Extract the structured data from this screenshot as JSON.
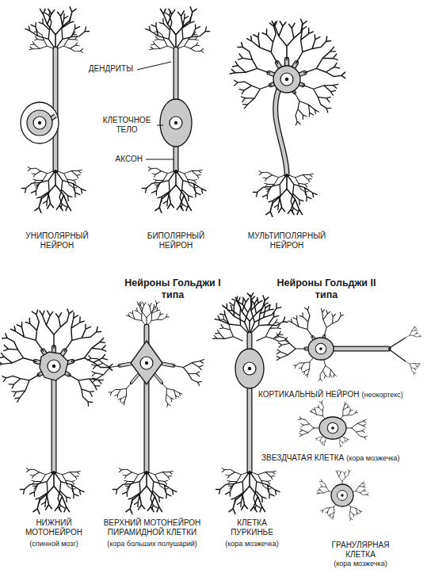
{
  "diagram": {
    "labels": [
      "ДЕНДРИТЫ",
      "КЛЕТОЧНОЕ ТЕЛО",
      "АКСОН",
      "УНИПОЛЯРНЫЙ НЕЙРОН",
      "БИПОЛЯРНЫЙ НЕЙРОН",
      "МУЛЬТИПОЛЯРНЫЙ НЕЙРОН",
      "Нейроны Гольджи I типа",
      "Нейроны Гольджи II типа",
      "КОРТИКАЛЬНЫЙ НЕЙРОН",
      "(неокортекс)",
      "ЗВЕЗДЧАТАЯ КЛЕТКА",
      "(кора мозжечка)",
      "НИЖНИЙ МОТОНЕЙРОН",
      "(спинной мозг)",
      "ВЕРХНИЙ МОТОНЕЙРОН ПИРАМИДНОЙ КЛЕТКИ",
      "(кора больших полушарий)",
      "КЛЕТКА ПУРКИНЬЕ",
      "(кора мозжечка)",
      "ГРАНУЛЯРНАЯ КЛЕТКА",
      "(кора мозжечка)"
    ]
  }
}
